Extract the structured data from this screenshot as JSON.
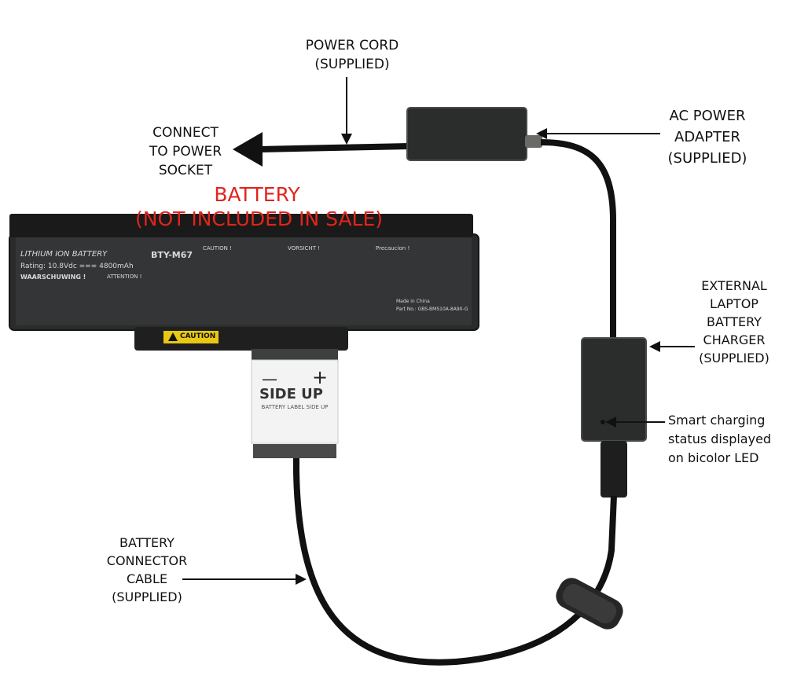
{
  "labels": {
    "power_cord": [
      "POWER CORD",
      "(SUPPLIED)"
    ],
    "connect_socket": [
      "CONNECT",
      "TO POWER",
      "SOCKET"
    ],
    "ac_adapter": [
      "AC POWER",
      "ADAPTER",
      "(SUPPLIED)"
    ],
    "battery_title": [
      "BATTERY",
      "(NOT INCLUDED IN SALE)"
    ],
    "charger": [
      "EXTERNAL",
      "LAPTOP",
      "BATTERY",
      "CHARGER",
      "(SUPPLIED)"
    ],
    "led_status": [
      "Smart charging",
      "status displayed",
      "on bicolor LED"
    ],
    "connector_cable": [
      "BATTERY",
      "CONNECTOR",
      "CABLE",
      "(SUPPLIED)"
    ]
  },
  "battery_text": {
    "brand": "LITHIUM ION BATTERY",
    "model": "BTY-M67",
    "rating": "Rating: 10.8Vdc === 4800mAh",
    "warn_nl": "WAARSCHUWING !",
    "caution_en": "CAUTION !",
    "vorsicht": "VORSICHT !",
    "precaucion": "Precaucion !",
    "attention": "ATTENTION !",
    "origin": "Made in China",
    "part_no": "Part No.: GBS-BMS10A-8A90-G",
    "caution_tag": "CAUTION"
  },
  "connector_text": {
    "minus": "—",
    "plus": "+",
    "side_up": "SIDE UP",
    "label_side": "BATTERY LABEL SIDE UP"
  },
  "colors": {
    "label_red": "#e0251b",
    "device_dark": "#2b2d2d",
    "cable": "#111111"
  }
}
